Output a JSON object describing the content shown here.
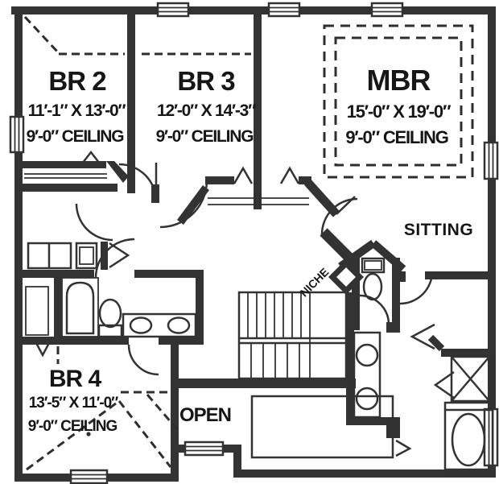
{
  "meta": {
    "title": "Second Floor Plan",
    "wall_color": "#333333",
    "background_color": "#ffffff",
    "text_color": "#161616"
  },
  "rooms": {
    "br2": {
      "name": "BR 2",
      "dims": "11′-1″ X 13′-0″",
      "ceiling": "9′-0″ CEILING"
    },
    "br3": {
      "name": "BR 3",
      "dims": "12′-0″ X 14′-3″",
      "ceiling": "9′-0″ CEILING"
    },
    "mbr": {
      "name": "MBR",
      "dims": "15′-0″ X 19′-0″",
      "ceiling": "9′-0″ CEILING"
    },
    "br4": {
      "name": "BR 4",
      "dims": "13′-5″ X 11′-0″",
      "ceiling": "9′-0″ CEILING"
    },
    "sitting": {
      "name": "SITTING"
    },
    "open": {
      "name": "OPEN"
    },
    "niche": {
      "name": "NICHE"
    }
  }
}
